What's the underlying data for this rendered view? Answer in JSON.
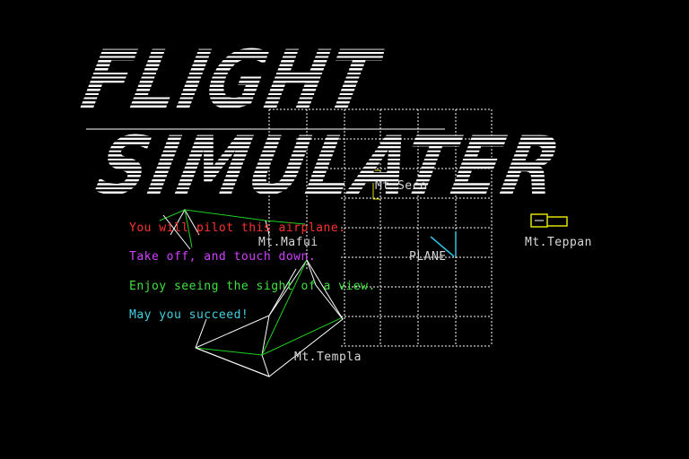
{
  "title": {
    "line1": "FLIGHT",
    "line2": "SIMULATER"
  },
  "messages": [
    {
      "text": "You will pilot this airplane.",
      "color": "#ff3030"
    },
    {
      "text": "Take off, and touch down.",
      "color": "#d040ff"
    },
    {
      "text": "Enjoy seeing the sight of a view.",
      "color": "#40e040"
    },
    {
      "text": "May you succeed!",
      "color": "#40d0e0"
    }
  ],
  "labels": {
    "mt_seco": "Mt.Seco",
    "mt_mafui": "Mt.Mafui",
    "plane": "PLANE",
    "mt_teppan": "Mt.Teppan",
    "mt_templa": "Mt.Templa"
  },
  "colors": {
    "background": "#000000",
    "grid": "#ffffff",
    "ridge": "#20d020",
    "mountain_marker": "#e0e000",
    "plane_marker": "#30c0e0",
    "label": "#d8d8d8"
  }
}
